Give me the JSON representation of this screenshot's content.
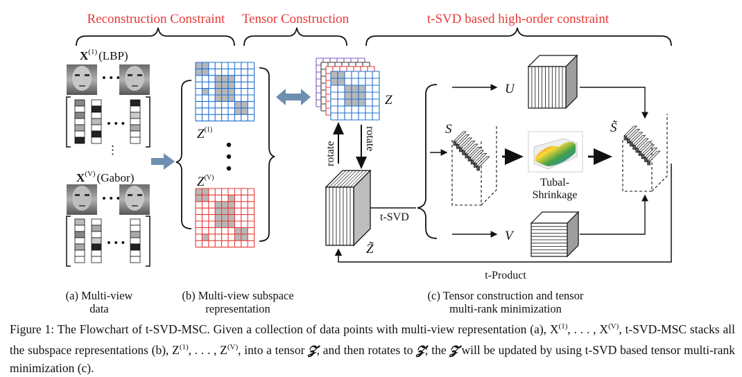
{
  "sections": {
    "reconstruction": "Reconstruction Constraint",
    "tensor": "Tensor Construction",
    "tsvd": "t-SVD based high-order constraint"
  },
  "labels": {
    "x1": "X",
    "x1_sup": "(1)",
    "x1_feat": "(LBP)",
    "xv": "X",
    "xv_sup": "(V)",
    "xv_feat": "(Gabor)",
    "z1": "Z",
    "z1_sup": "(1)",
    "zv": "Z",
    "zv_sup": "(V)",
    "tensor_z": "Z",
    "tensor_z_tilde": "Z̃",
    "rotate_up": "rotate",
    "rotate_down": "rotate",
    "tsvd": "t-SVD",
    "u": "U",
    "s": "S",
    "s_tilde": "S̃",
    "v": "V",
    "tubal_line1": "Tubal-",
    "tubal_line2": "Shrinkage",
    "tproduct": "t-Product",
    "dots": "• • •"
  },
  "subcaptions": {
    "a_line1": "(a) Multi-view",
    "a_line2": "data",
    "b_line1": "(b) Multi-view subspace",
    "b_line2": "representation",
    "c_line1": "(c) Tensor construction and tensor",
    "c_line2": "multi-rank minimization"
  },
  "caption": {
    "part1": "Figure 1: The Flowchart of t-SVD-MSC. Given a collection of data points with multi-view representation (a), X",
    "sup1": "(1)",
    "part2": ", . . . , X",
    "sup2": "(V)",
    "part3": ", t-SVD-MSC stacks all the subspace representations (b), Z",
    "sup3": "(1)",
    "part4": ", . . . , Z",
    "sup4": "(V)",
    "part5": ", into a tensor ",
    "tz1": "𝓩",
    "part6": ", and then rotates to ",
    "tz2": "𝓩̃",
    "part7": "; the ",
    "tz3": "𝓩̃",
    "part8": " will be updated by using t-SVD based tensor multi-rank minimization (c)."
  },
  "colors": {
    "red_title": "#e53935",
    "blue_grid": "#1f6fd1",
    "red_grid": "#e53935",
    "gray_cell": "#b8b8b8",
    "purple_layer": "#7e57c2",
    "arrow_blue": "#6d8fb0"
  }
}
